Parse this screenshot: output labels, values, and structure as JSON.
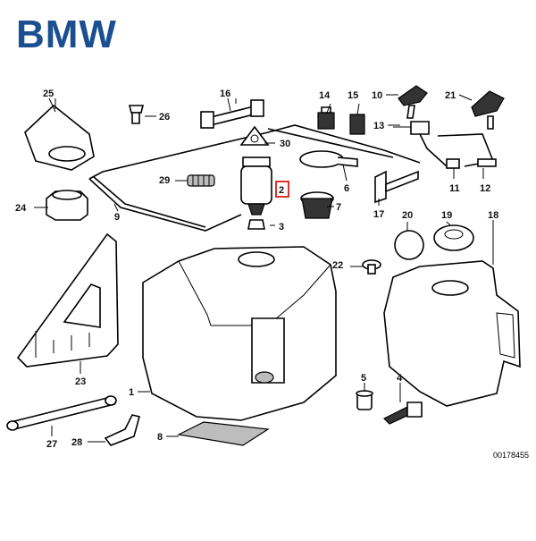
{
  "brand": "BMW",
  "diagram_id": "00178455",
  "part_numbers": [
    "1",
    "2",
    "3",
    "4",
    "5",
    "6",
    "7",
    "8",
    "9",
    "10",
    "11",
    "12",
    "13",
    "14",
    "15",
    "16",
    "17",
    "18",
    "19",
    "20",
    "21",
    "22",
    "23",
    "24",
    "25",
    "26",
    "27",
    "28",
    "29",
    "30"
  ],
  "highlighted_part": "2",
  "colors": {
    "brand": "#1b4f92",
    "highlight": "#d40000"
  }
}
